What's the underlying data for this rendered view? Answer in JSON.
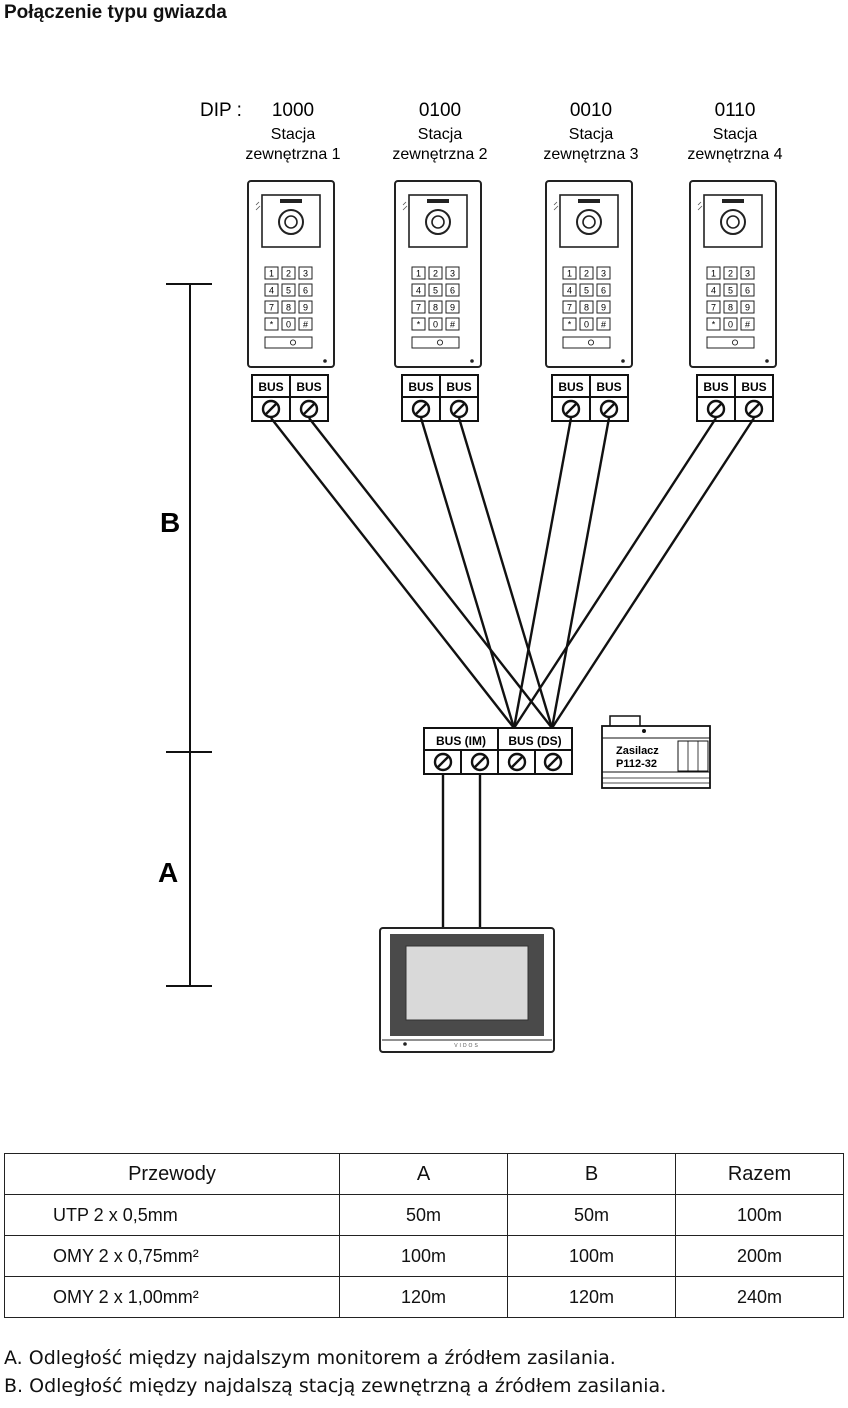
{
  "title": "Połączenie typu gwiazda",
  "dip_label": "DIP :",
  "stations": [
    {
      "dip": "1000",
      "line1": "Stacja",
      "line2": "zewnętrzna 1"
    },
    {
      "dip": "0100",
      "line1": "Stacja",
      "line2": "zewnętrzna 2"
    },
    {
      "dip": "0010",
      "line1": "Stacja",
      "line2": "zewnętrzna 3"
    },
    {
      "dip": "0110",
      "line1": "Stacja",
      "line2": "zewnętrzna 4"
    }
  ],
  "keypad_keys": [
    "1",
    "2",
    "3",
    "4",
    "5",
    "6",
    "7",
    "8",
    "9",
    "*",
    "0",
    "#"
  ],
  "terminal_label": "BUS",
  "hub": {
    "label_im": "BUS (IM)",
    "label_ds": "BUS (DS)"
  },
  "power_supply": {
    "line1": "Zasilacz",
    "line2": "P112-32"
  },
  "monitor_brand": "VIDOS",
  "dimension_labels": {
    "a": "A",
    "b": "B"
  },
  "table": {
    "headers": [
      "Przewody",
      "A",
      "B",
      "Razem"
    ],
    "rows": [
      [
        "UTP 2 x 0,5mm",
        "50m",
        "50m",
        "100m"
      ],
      [
        "OMY 2 x 0,75mm²",
        "100m",
        "100m",
        "200m"
      ],
      [
        "OMY 2 x 1,00mm²",
        "120m",
        "120m",
        "240m"
      ]
    ]
  },
  "notes": [
    "A. Odległość między najdalszym monitorem a źródłem zasilania.",
    "B. Odległość między najdalszą stacją zewnętrzną a źródłem zasilania."
  ],
  "colors": {
    "line": "#111111",
    "panel_border": "#222222",
    "monitor_frame": "#4a4a4a",
    "screen": "#d9d9d9"
  }
}
